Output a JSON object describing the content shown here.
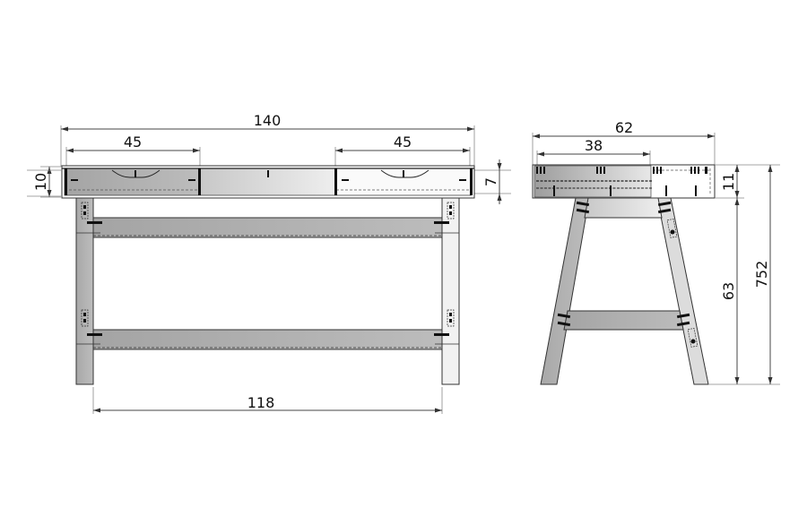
{
  "drawing": {
    "type": "furniture technical drawing",
    "views": {
      "front": {
        "name": "front view (desk)",
        "dimensions": {
          "overall_width": "140",
          "left_drawer_width": "45",
          "right_drawer_width": "45",
          "top_height": "10",
          "drawer_height": "7",
          "leg_spacing": "118"
        }
      },
      "side": {
        "name": "side view (desk)",
        "dimensions": {
          "overall_depth": "62",
          "drawer_depth": "38",
          "top_height": "11",
          "leg_height": "63",
          "overall_height": "752"
        }
      }
    },
    "colors": {
      "panel_dark": "#a9a9a9",
      "panel_light": "#e6e6e6",
      "line": "#333333",
      "dimension_line": "#444444"
    }
  }
}
